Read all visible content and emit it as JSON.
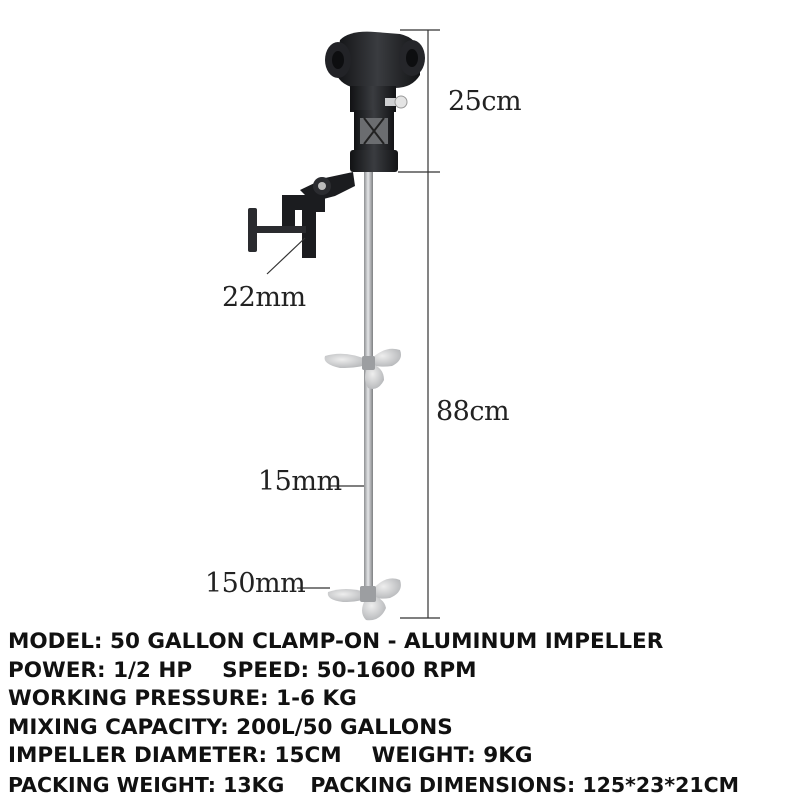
{
  "dimensions": {
    "motor_height": "25cm",
    "clamp_size": "22mm",
    "shaft_length": "88cm",
    "shaft_diameter": "15mm",
    "impeller_diameter": "150mm"
  },
  "specs": {
    "model": "MODEL: 50 GALLON CLAMP-ON - ALUMINUM IMPELLER",
    "power": "POWER: 1/2 HP",
    "speed": "SPEED: 50-1600 RPM",
    "pressure": "WORKING PRESSURE: 1-6 KG",
    "capacity": "MIXING CAPACITY: 200L/50 GALLONS",
    "impeller": "IMPELLER DIAMETER: 15CM",
    "weight": "WEIGHT: 9KG",
    "packing_weight": "PACKING WEIGHT: 13KG",
    "packing_dimensions": "PACKING DIMENSIONS: 125*23*21CM"
  },
  "colors": {
    "motor": "#1e1f22",
    "shaft": "#b9bbbe",
    "impeller": "#c9cacc",
    "text": "#111111"
  }
}
